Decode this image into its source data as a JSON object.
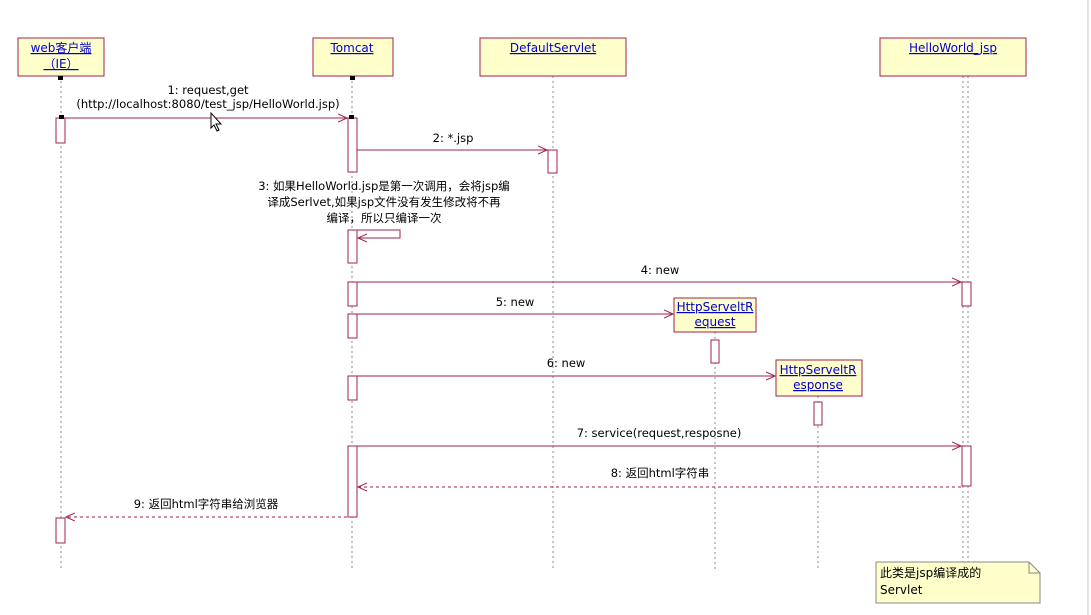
{
  "participants": {
    "web_client": {
      "line1": "web客户端",
      "line2": "（IE）"
    },
    "tomcat": {
      "label": "Tomcat"
    },
    "default_servlet": {
      "label": "DefaultServlet"
    },
    "helloworld_jsp": {
      "label": "HelloWorld_jsp"
    },
    "http_request": {
      "line1": "HttpServeltR",
      "line2": "equest"
    },
    "http_response": {
      "line1": "HttpServeltR",
      "line2": "esponse"
    }
  },
  "messages": {
    "m1": {
      "line1": "1: request,get",
      "line2": "(http://localhost:8080/test_jsp/HelloWorld.jsp)"
    },
    "m2": {
      "label": "2: *.jsp"
    },
    "m3": {
      "line1": "3: 如果HelloWorld.jsp是第一次调用，会将jsp编",
      "line2": "译成Serlvet,如果jsp文件没有发生修改将不再",
      "line3": "编译，所以只编译一次"
    },
    "m4": {
      "label": "4: new"
    },
    "m5": {
      "label": "5: new"
    },
    "m6": {
      "label": "6: new"
    },
    "m7": {
      "label": "7: service(request,resposne)"
    },
    "m8": {
      "label": "8: 返回html字符串"
    },
    "m9": {
      "label": "9: 返回html字符串给浏览器"
    }
  },
  "note": {
    "line1": "此类是jsp编译成的",
    "line2": "Servlet"
  },
  "colors": {
    "accent": "#a0224f",
    "box_fill": "#ffffcc",
    "link_text": "#0000cc"
  }
}
